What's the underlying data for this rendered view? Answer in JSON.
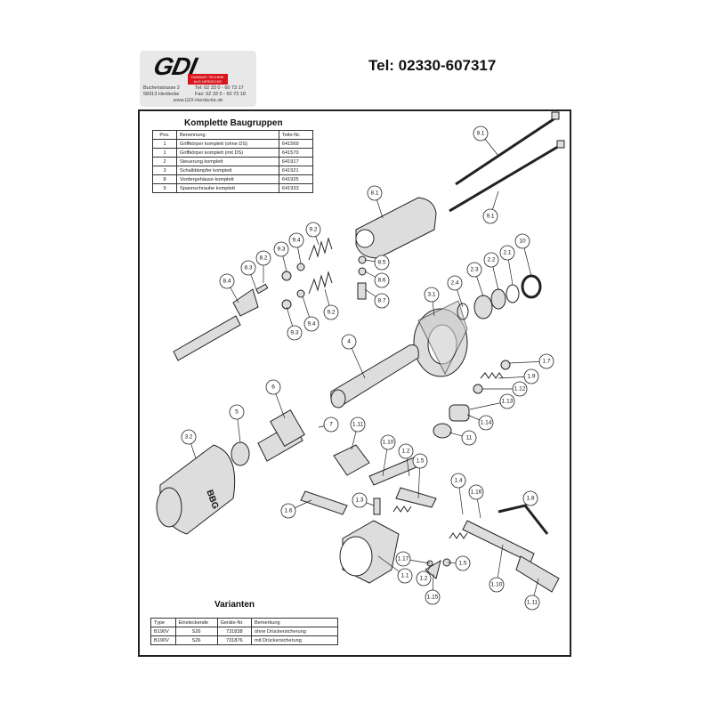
{
  "header": {
    "logo": {
      "brand": "GDI",
      "tagline_1": "DIAMANT-TECHNIK",
      "tagline_2": "AUS HERDECKE",
      "street": "Buchenstrasse 2",
      "city": "58313 Herdecke",
      "tel": "Tel:  02 33 0 - 60 73 17",
      "fax": "Fax:  02 33 0 - 60 73 18",
      "web": "www.GDI-Herdecke.de"
    },
    "telephone": "Tel: 02330-607317"
  },
  "assemblies": {
    "title": "Komplette Baugruppen",
    "columns": [
      "Pos.",
      "Benennung",
      "Teile-Nr."
    ],
    "rows": [
      [
        "1",
        "Griffkörper komplett (ohne DS)",
        "641569"
      ],
      [
        "1",
        "Griffkörper komplett (mit DS)",
        "641570"
      ],
      [
        "2",
        "Steuerung komplett",
        "641917"
      ],
      [
        "3",
        "Schalldämpfer komplett",
        "641921"
      ],
      [
        "8",
        "Vordergehäuse komplett",
        "641925"
      ],
      [
        "9",
        "Spannschraube komplett",
        "641933"
      ]
    ]
  },
  "variants": {
    "title": "Varianten",
    "columns": [
      "Type",
      "Einsteckende",
      "Geräte-Nr.",
      "Bemerkung"
    ],
    "rows": [
      [
        "B190V",
        "S26",
        "731838",
        "ohne Drückersicherung"
      ],
      [
        "B190V",
        "S26",
        "731876",
        "mit Drückersicherung"
      ]
    ]
  },
  "part_labels": [
    "9.1",
    "9.1",
    "8.1",
    "9.2",
    "9.4",
    "9.3",
    "8.2",
    "8.3",
    "8.4",
    "8.5",
    "8.6",
    "8.7",
    "9.3",
    "9.4",
    "9.2",
    "3.1",
    "2.4",
    "2.3",
    "2.2",
    "2.1",
    "10",
    "1.7",
    "1.9",
    "1.12",
    "1.13",
    "1.14",
    "11",
    "4",
    "6",
    "5",
    "7",
    "3.2",
    "1.11",
    "1.10",
    "1.2",
    "1.5",
    "1.3",
    "1.6",
    "1.4",
    "1.16",
    "1.8",
    "1.17",
    "1.1",
    "1.2",
    "1.5",
    "1.15",
    "1.10",
    "1.11"
  ],
  "muffler_mark": "BBG",
  "colors": {
    "brand_red": "#d8141c",
    "ink": "#222222",
    "part_fill": "#d9d9d9"
  }
}
